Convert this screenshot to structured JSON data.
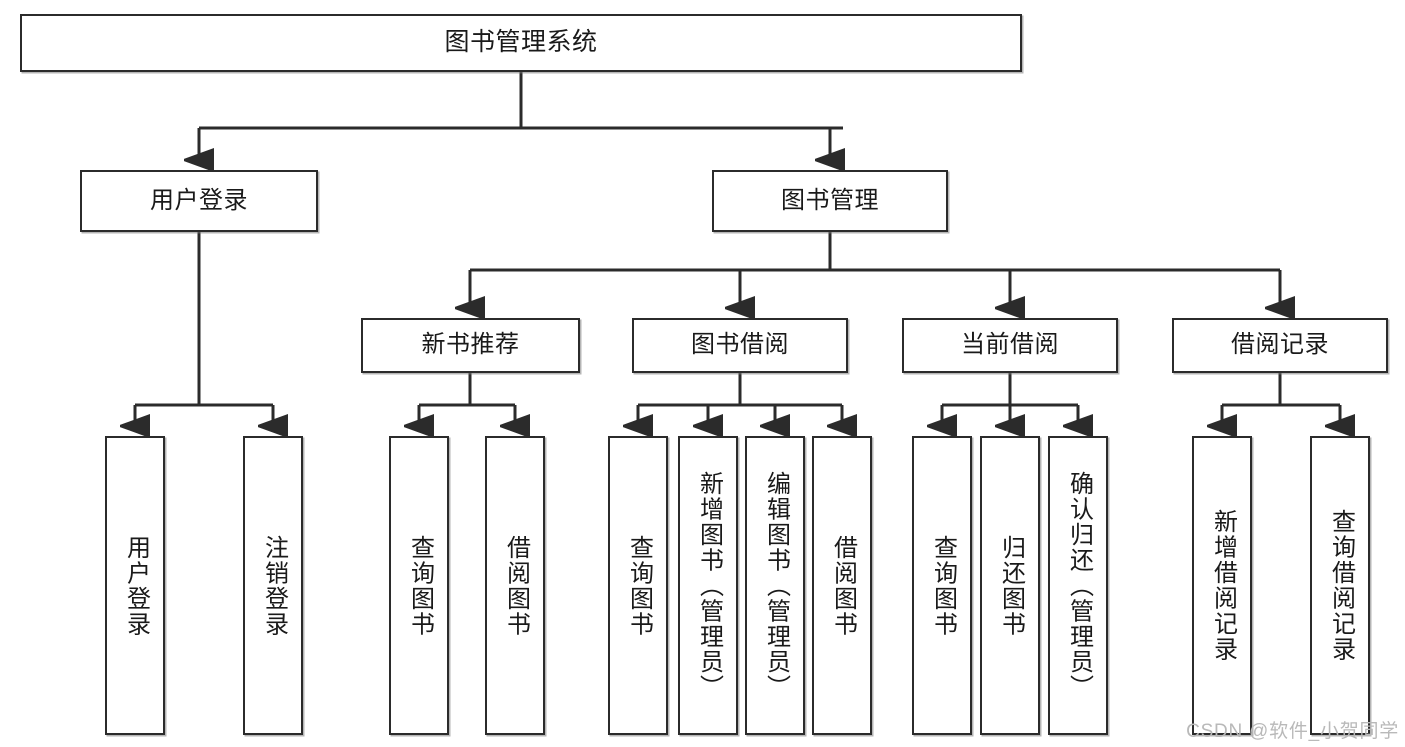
{
  "diagram": {
    "title": "图书管理系统",
    "type": "tree-hierarchy",
    "watermark": "CSDN @软件_小贺同学",
    "colors": {
      "box_border": "#2b2b2b",
      "box_fill": "#ffffff",
      "edge": "#2b2b2b",
      "text": "#1a1a1a",
      "watermark": "#b9b9b9",
      "background": "#ffffff"
    },
    "root": {
      "label": "图书管理系统"
    },
    "level1": [
      {
        "label": "用户登录"
      },
      {
        "label": "图书管理"
      }
    ],
    "level2": [
      {
        "label": "新书推荐"
      },
      {
        "label": "图书借阅"
      },
      {
        "label": "当前借阅"
      },
      {
        "label": "借阅记录"
      }
    ],
    "leaves": {
      "user_login": [
        {
          "label": "用户登录"
        },
        {
          "label": "注销登录"
        }
      ],
      "new_book_recommend": [
        {
          "label": "查询图书"
        },
        {
          "label": "借阅图书"
        }
      ],
      "book_borrow": [
        {
          "label": "查询图书"
        },
        {
          "label": "新增图书（管理员）"
        },
        {
          "label": "编辑图书（管理员）"
        },
        {
          "label": "借阅图书"
        }
      ],
      "current_borrow": [
        {
          "label": "查询图书"
        },
        {
          "label": "归还图书"
        },
        {
          "label": "确认归还（管理员）"
        }
      ],
      "borrow_record": [
        {
          "label": "新增借阅记录"
        },
        {
          "label": "查询借阅记录"
        }
      ]
    }
  }
}
